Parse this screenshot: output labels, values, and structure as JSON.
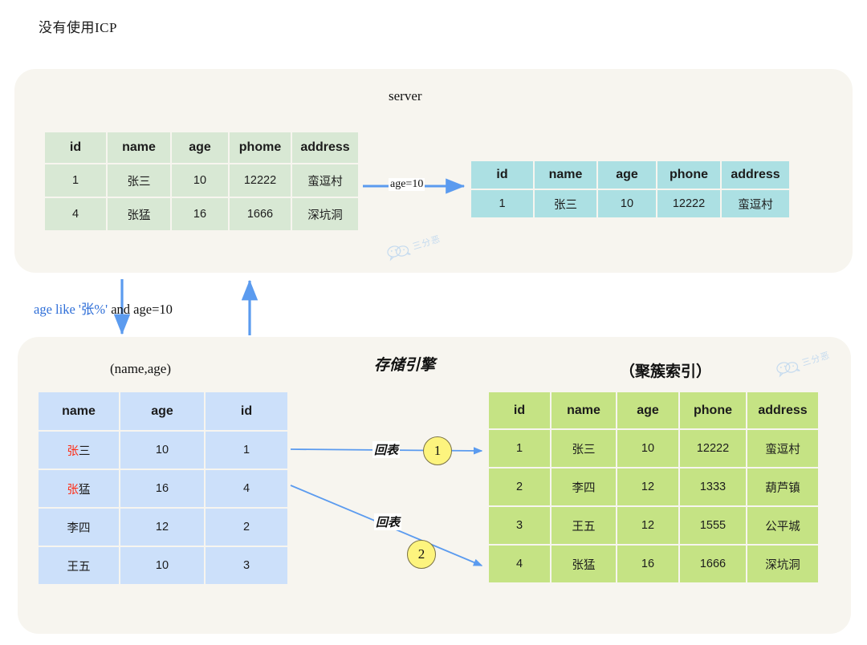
{
  "page": {
    "title": "没有使用ICP",
    "accent_blue": "#5b9bef",
    "bg": "#ffffff",
    "panel_bg": "#f7f5ef"
  },
  "server_panel": {
    "title": "server",
    "main_table": {
      "name": "server-main-table",
      "color": "#d8e8d4",
      "headers": [
        "id",
        "name",
        "age",
        "phome",
        "address"
      ],
      "rows": [
        [
          "1",
          "张三",
          "10",
          "12222",
          "蛮逗村"
        ],
        [
          "4",
          "张猛",
          "16",
          "1666",
          "深坑洞"
        ]
      ]
    },
    "filter_arrow_label": "age=10",
    "result_table": {
      "name": "server-result-table",
      "color": "#ace0e3",
      "headers": [
        "id",
        "name",
        "age",
        "phone",
        "address"
      ],
      "rows": [
        [
          "1",
          "张三",
          "10",
          "12222",
          "蛮逗村"
        ]
      ]
    }
  },
  "sql": {
    "condition_blue": "age like '张%'",
    "condition_black": " and age=10"
  },
  "engine_panel": {
    "title": "存储引擎",
    "index_title": "(name,age)",
    "clustered_title": "（聚簇索引）",
    "secondary_index_table": {
      "name": "secondary-index-table",
      "color": "#cce0fa",
      "headers": [
        "name",
        "age",
        "id"
      ],
      "rows": [
        {
          "name_red": "张",
          "name_rest": "三",
          "age": "10",
          "id": "1",
          "id_red": true
        },
        {
          "name_red": "张",
          "name_rest": "猛",
          "age": "16",
          "id": "4",
          "id_red": true
        },
        {
          "name_red": "",
          "name_rest": "李四",
          "age": "12",
          "id": "2",
          "id_red": false
        },
        {
          "name_red": "",
          "name_rest": "王五",
          "age": "10",
          "id": "3",
          "id_red": false
        }
      ]
    },
    "clustered_index_table": {
      "name": "clustered-index-table",
      "color": "#c5e384",
      "headers": [
        "id",
        "name",
        "age",
        "phone",
        "address"
      ],
      "rows": [
        {
          "id": "1",
          "id_red": true,
          "name": "张三",
          "age": "10",
          "phone": "12222",
          "address": "蛮逗村"
        },
        {
          "id": "2",
          "id_red": false,
          "name": "李四",
          "age": "12",
          "phone": "1333",
          "address": "葫芦镇"
        },
        {
          "id": "3",
          "id_red": false,
          "name": "王五",
          "age": "12",
          "phone": "1555",
          "address": "公平城"
        },
        {
          "id": "4",
          "id_red": true,
          "name": "张猛",
          "age": "16",
          "phone": "1666",
          "address": "深坑洞"
        }
      ]
    },
    "lookup_label_1": "回表",
    "lookup_label_2": "回表",
    "badge_1": "1",
    "badge_2": "2"
  },
  "watermark": {
    "text": "三分恶",
    "color": "#bcd6ef"
  }
}
